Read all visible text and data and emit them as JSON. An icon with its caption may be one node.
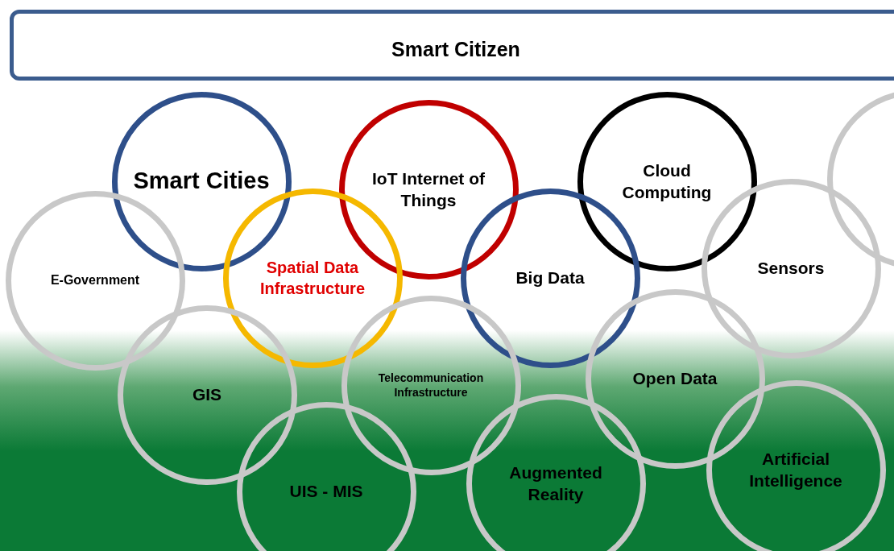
{
  "diagram": {
    "nodes": [
      {
        "text": [
          "Smart Citizen"
        ]
      },
      {
        "text": [
          "Smart Cities"
        ]
      },
      {
        "text": [
          "IoT Internet of Things"
        ]
      },
      {
        "text": [
          "Cloud Computing"
        ]
      },
      {
        "text": [],
        "shape": "circle"
      },
      {
        "text": [
          "E-Government"
        ]
      },
      {
        "text": [
          "Spatial Data Infrastructure"
        ]
      },
      {
        "text": [
          "Big Data"
        ]
      },
      {
        "text": [
          "Sensors"
        ]
      },
      {
        "text": [
          "GIS"
        ]
      },
      {
        "text": [
          "Telecommunication Infrastructure"
        ]
      },
      {
        "text": [
          "Open Data"
        ]
      },
      {
        "text": [
          "UIS - MIS"
        ]
      },
      {
        "text": [
          "Augmented Reality"
        ]
      },
      {
        "text": [
          "Artificial Intelligence"
        ]
      }
    ]
  }
}
